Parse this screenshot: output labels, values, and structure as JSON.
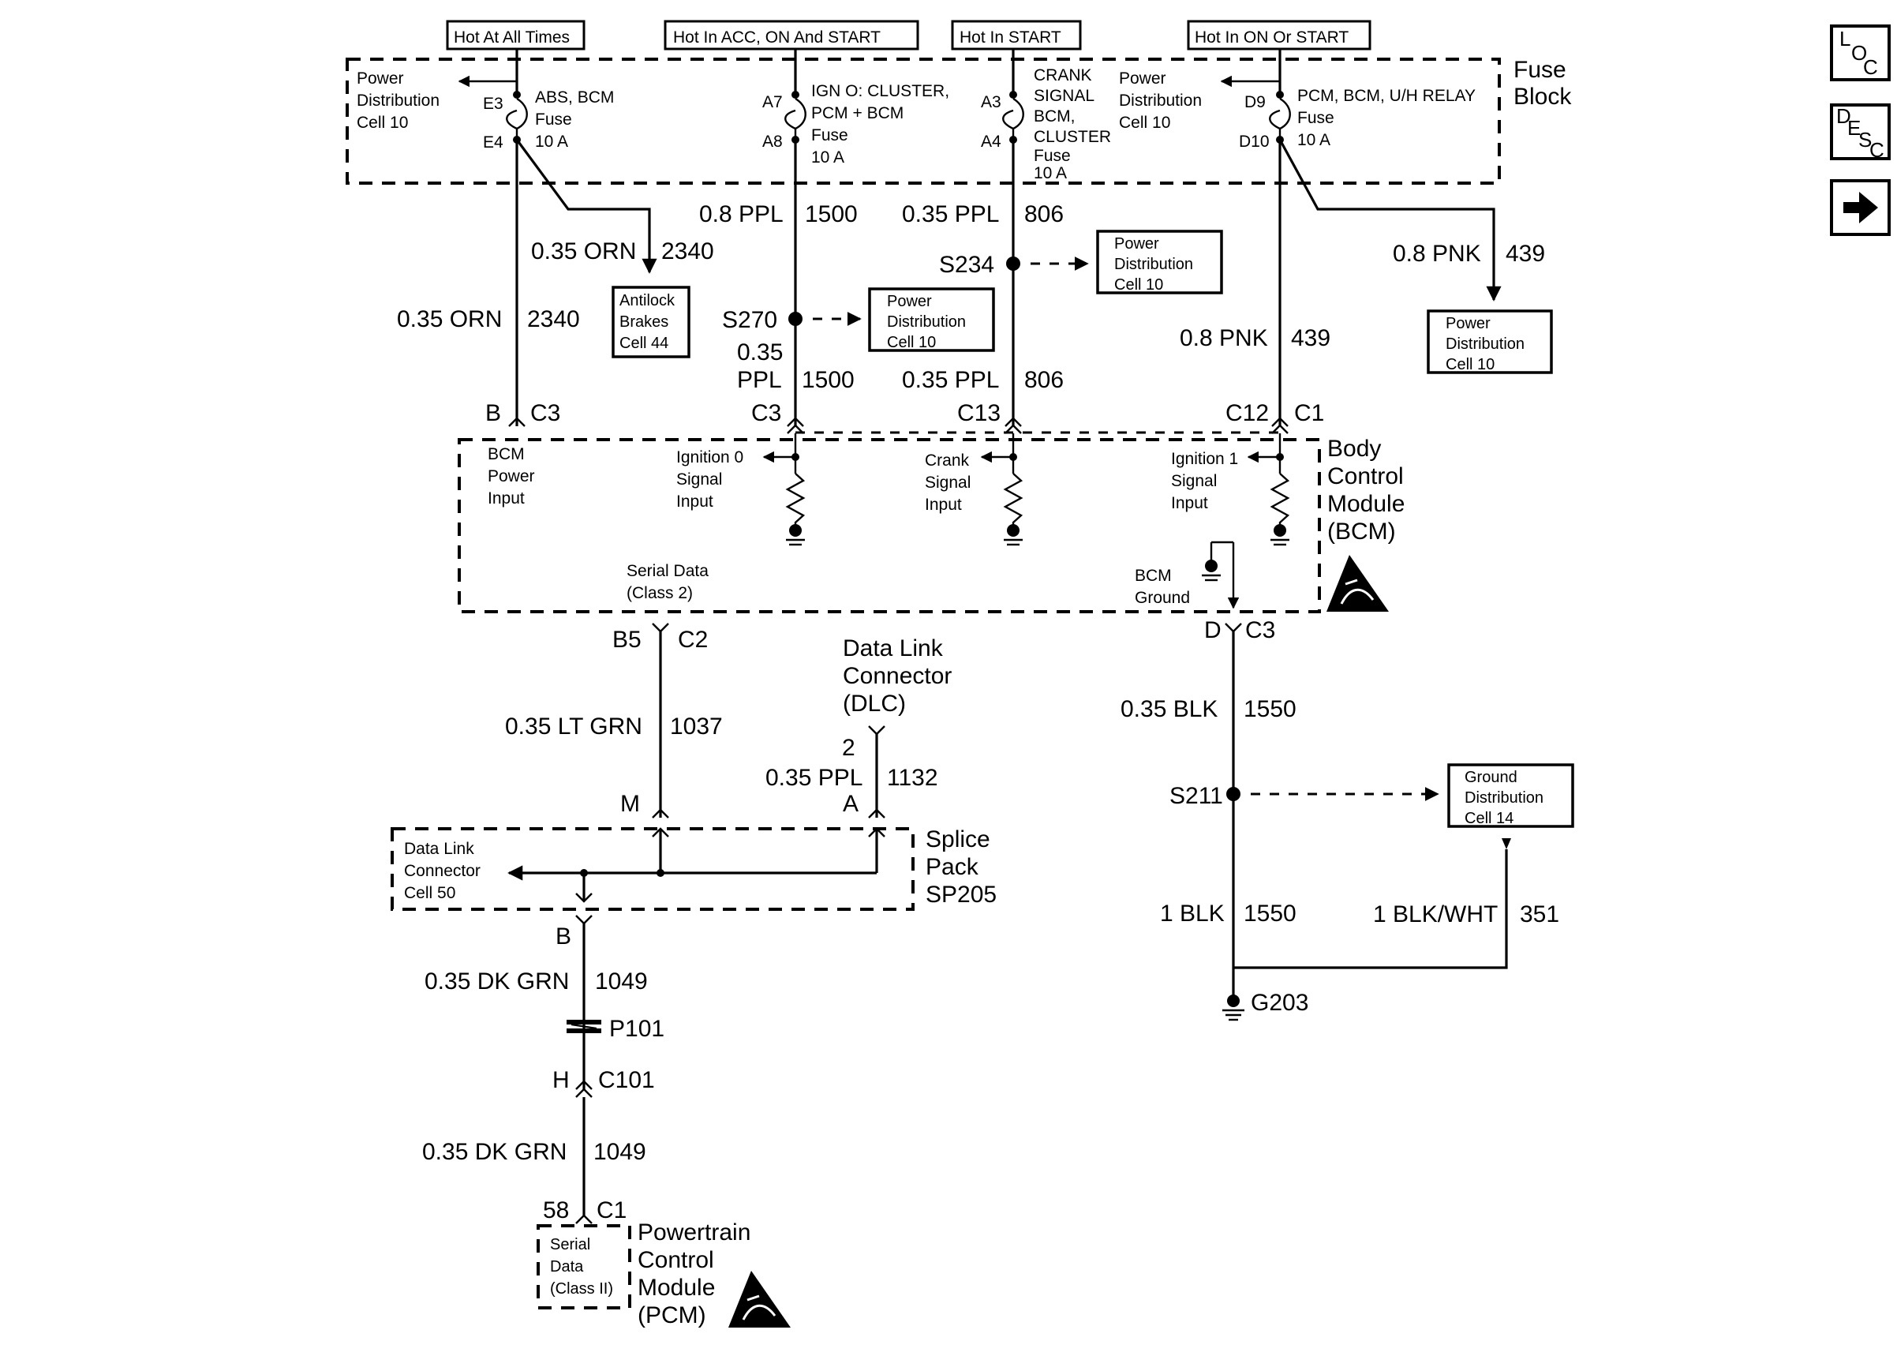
{
  "headers": {
    "hot_all": "Hot At All Times",
    "hot_acc": "Hot In ACC, ON And START",
    "hot_start": "Hot In START",
    "hot_on": "Hot In ON Or START"
  },
  "fuse_block": {
    "title_1": "Fuse",
    "title_2": "Block",
    "pd_left": [
      "Power",
      "Distribution",
      "Cell 10"
    ],
    "pd_right": [
      "Power",
      "Distribution",
      "Cell 10"
    ],
    "fuse_abs": {
      "top": "E3",
      "bottom": "E4",
      "lines": [
        "ABS, BCM",
        "Fuse",
        "10 A"
      ]
    },
    "fuse_ign": {
      "top": "A7",
      "bottom": "A8",
      "lines": [
        "IGN O:  CLUSTER,",
        "PCM + BCM",
        "Fuse",
        "10 A"
      ]
    },
    "fuse_crank": {
      "top": "A3",
      "bottom": "A4",
      "lines": [
        "CRANK",
        "SIGNAL",
        "BCM,",
        "CLUSTER",
        "Fuse",
        "10 A"
      ]
    },
    "fuse_pcm": {
      "top": "D9",
      "bottom": "D10",
      "lines": [
        "PCM, BCM, U/H RELAY",
        "Fuse",
        "10 A"
      ]
    }
  },
  "wires": {
    "w2340a": {
      "size": "0.35 ORN",
      "circuit": "2340"
    },
    "w2340b": {
      "size": "0.35 ORN",
      "circuit": "2340"
    },
    "w1500a": {
      "size": "0.8 PPL",
      "circuit": "1500"
    },
    "w1500b": {
      "size_1": "0.35",
      "size_2": "PPL",
      "circuit": "1500"
    },
    "w806a": {
      "size": "0.35 PPL",
      "circuit": "806"
    },
    "w806b": {
      "size": "0.35 PPL",
      "circuit": "806"
    },
    "w439a": {
      "size": "0.8 PNK",
      "circuit": "439"
    },
    "w439b": {
      "size": "0.8 PNK",
      "circuit": "439"
    },
    "w1037": {
      "size": "0.35 LT GRN",
      "circuit": "1037"
    },
    "w1132": {
      "size": "0.35 PPL",
      "circuit": "1132"
    },
    "w1550a": {
      "size": "0.35 BLK",
      "circuit": "1550"
    },
    "w1550b": {
      "size": "1 BLK",
      "circuit": "1550"
    },
    "w351": {
      "size": "1 BLK/WHT",
      "circuit": "351"
    },
    "w1049a": {
      "size": "0.35 DK GRN",
      "circuit": "1049"
    },
    "w1049b": {
      "size": "0.35 DK GRN",
      "circuit": "1049"
    }
  },
  "refs": {
    "antilock": [
      "Antilock",
      "Brakes",
      "Cell 44"
    ],
    "pd_s270": [
      "Power",
      "Distribution",
      "Cell 10"
    ],
    "pd_s234": [
      "Power",
      "Distribution",
      "Cell 10"
    ],
    "pd_439": [
      "Power",
      "Distribution",
      "Cell 10"
    ],
    "gnd_dist": [
      "Ground",
      "Distribution",
      "Cell 14"
    ],
    "dlc_ref": [
      "Data Link",
      "Connector",
      "Cell 50"
    ]
  },
  "splices": {
    "s270": "S270",
    "s234": "S234",
    "s211": "S211"
  },
  "connectors": {
    "b": "B",
    "c3a": "C3",
    "c3b": "C3",
    "c13": "C13",
    "c12": "C12",
    "c1a": "C1",
    "b5": "B5",
    "c2": "C2",
    "d": "D",
    "c3c": "C3",
    "m": "M",
    "a": "A",
    "pin2": "2",
    "bpin": "B",
    "h": "H",
    "c101": "C101",
    "pin58": "58",
    "c1b": "C1"
  },
  "bcm": {
    "title": [
      "Body",
      "Control",
      "Module",
      "(BCM)"
    ],
    "power_input": [
      "BCM",
      "Power",
      "Input"
    ],
    "ign0": [
      "Ignition 0",
      "Signal",
      "Input"
    ],
    "crank": [
      "Crank",
      "Signal",
      "Input"
    ],
    "ign1": [
      "Ignition 1",
      "Signal",
      "Input"
    ],
    "serial": [
      "Serial Data",
      "(Class 2)"
    ],
    "ground": [
      "BCM",
      "Ground"
    ]
  },
  "dlc": [
    "Data Link",
    "Connector",
    "(DLC)"
  ],
  "splice_pack": [
    "Splice",
    "Pack",
    "SP205"
  ],
  "p101": "P101",
  "g203": "G203",
  "pcm": {
    "title": [
      "Powertrain",
      "Control",
      "Module",
      "(PCM)"
    ],
    "serial": [
      "Serial",
      "Data",
      "(Class II)"
    ]
  },
  "side_buttons": {
    "loc": {
      "l1": "L",
      "l2": "O",
      "l3": "C"
    },
    "desc": {
      "l1": "D",
      "l2": "E",
      "l3": "S",
      "l4": "C"
    }
  }
}
